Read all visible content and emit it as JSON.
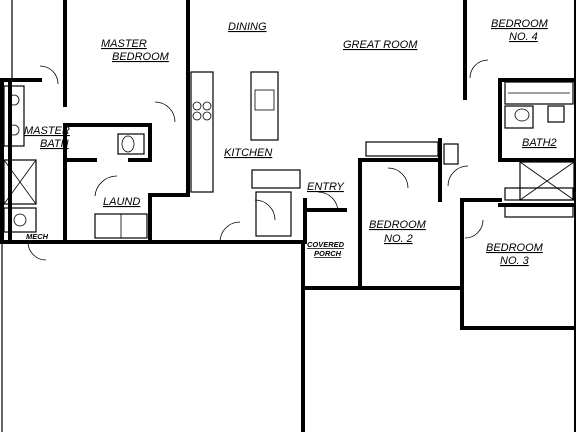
{
  "rooms": {
    "dining": "DINING",
    "great_room": "GREAT ROOM",
    "bedroom4_line1": "BEDROOM",
    "bedroom4_line2": "NO. 4",
    "master_bedroom_line1": "MASTER",
    "master_bedroom_line2": "BEDROOM",
    "master_bath_line1": "MASTER",
    "master_bath_line2": "BATH",
    "kitchen": "KITCHEN",
    "bath2": "BATH2",
    "entry": "ENTRY",
    "laund": "LAUND",
    "bedroom2_line1": "BEDROOM",
    "bedroom2_line2": "NO. 2",
    "bedroom3_line1": "BEDROOM",
    "bedroom3_line2": "NO. 3",
    "covered_porch_line1": "COVERED",
    "covered_porch_line2": "PORCH",
    "mech": "MECH"
  },
  "colors": {
    "line": "#000000",
    "paper": "#ffffff"
  }
}
